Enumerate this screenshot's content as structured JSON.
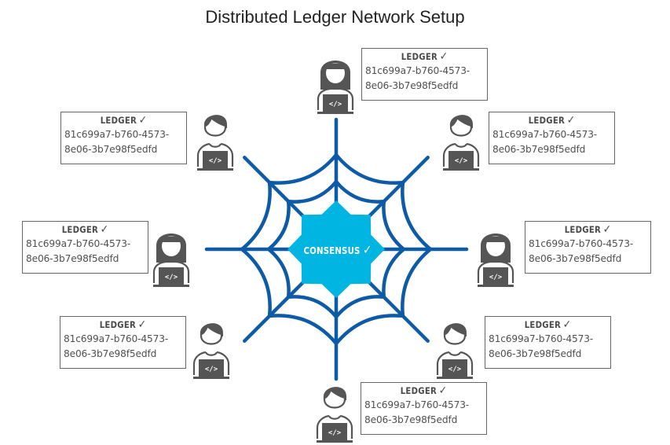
{
  "title": "Distributed Ledger Network Setup",
  "consensus": {
    "label": "CONSENSUS",
    "check_icon": "✓",
    "fill_color": "#00b5e2",
    "web_color": "#0d5aa7"
  },
  "nodes": [
    {
      "position": "top",
      "avatar": "female-developer",
      "ledger_label": "LEDGER",
      "check_icon": "✓",
      "id_line1": "81c699a7-b760-4573-",
      "id_line2": "8e06-3b7e98f5edfd"
    },
    {
      "position": "top-left",
      "avatar": "male-developer",
      "ledger_label": "LEDGER",
      "check_icon": "✓",
      "id_line1": "81c699a7-b760-4573-",
      "id_line2": "8e06-3b7e98f5edfd"
    },
    {
      "position": "top-right",
      "avatar": "male-developer",
      "ledger_label": "LEDGER",
      "check_icon": "✓",
      "id_line1": "81c699a7-b760-4573-",
      "id_line2": "8e06-3b7e98f5edfd"
    },
    {
      "position": "left",
      "avatar": "female-developer",
      "ledger_label": "LEDGER",
      "check_icon": "✓",
      "id_line1": "81c699a7-b760-4573-",
      "id_line2": "8e06-3b7e98f5edfd"
    },
    {
      "position": "right",
      "avatar": "female-developer",
      "ledger_label": "LEDGER",
      "check_icon": "✓",
      "id_line1": "81c699a7-b760-4573-",
      "id_line2": "8e06-3b7e98f5edfd"
    },
    {
      "position": "bottom-left",
      "avatar": "male-developer",
      "ledger_label": "LEDGER",
      "check_icon": "✓",
      "id_line1": "81c699a7-b760-4573-",
      "id_line2": "8e06-3b7e98f5edfd"
    },
    {
      "position": "bottom-right",
      "avatar": "male-developer",
      "ledger_label": "LEDGER",
      "check_icon": "✓",
      "id_line1": "81c699a7-b760-4573-",
      "id_line2": "8e06-3b7e98f5edfd"
    },
    {
      "position": "bottom",
      "avatar": "male-developer",
      "ledger_label": "LEDGER",
      "check_icon": "✓",
      "id_line1": "81c699a7-b760-4573-",
      "id_line2": "8e06-3b7e98f5edfd"
    }
  ],
  "avatar_screen_glyph": "</>",
  "icon_color": "#555555"
}
